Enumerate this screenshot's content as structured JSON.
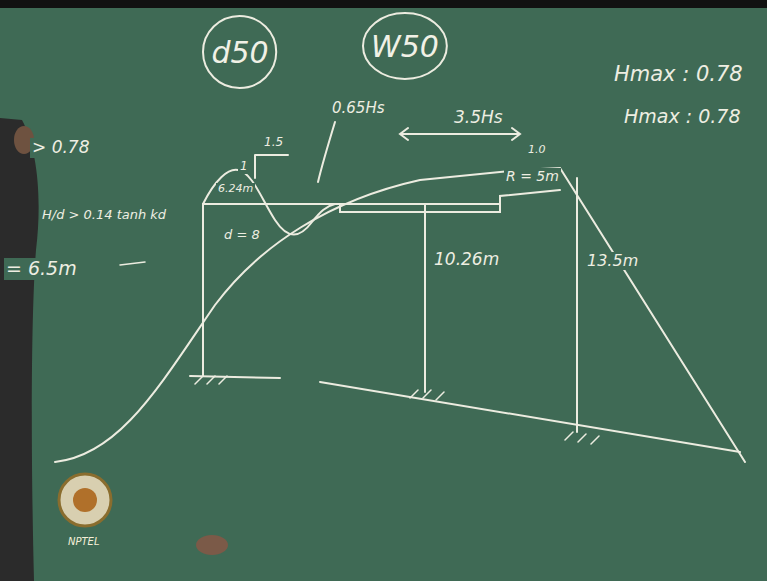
{
  "diagram": {
    "nodes": [
      {
        "text": [
          "d50"
        ]
      },
      {
        "text": [
          "W50"
        ]
      }
    ],
    "labels": [
      "Hmax : 0.78",
      "Hmax : 0.78",
      "> 0.78",
      "H/d > 0.14 tanh kd",
      "= 6.5m",
      "0.65Hs",
      "3.5Hs",
      "1.0",
      "R = 5m",
      "6.24m",
      "1.5",
      "1",
      "d = 8",
      "10.26m",
      "13.5m",
      "NPTEL"
    ]
  }
}
